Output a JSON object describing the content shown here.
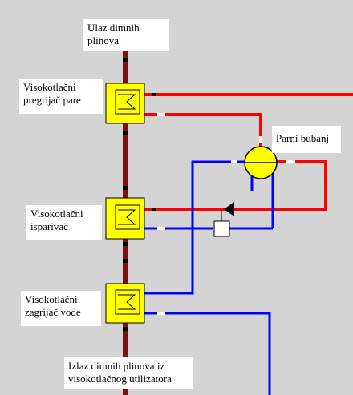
{
  "diagram": {
    "labels": {
      "flue_gas_inlet": "Ulaz dimnih\nplinova",
      "superheater": "Visokotlačni\npregrijač pare",
      "steam_drum": "Parni bubanj",
      "evaporator": "Visokotlačni\nisparivač",
      "economizer": "Visokotlačni\nzagrijač vode",
      "flue_gas_outlet": "Izlaz dimnih plinova iz\nvisokotlačnog utilizatora"
    },
    "colors": {
      "background": "#d4d4d4",
      "flue_gas_duct": "#7b1010",
      "steam_line": "#ff0000",
      "water_line": "#0000ff",
      "exchanger_fill": "#ffff00",
      "label_background": "#ffffff"
    }
  }
}
